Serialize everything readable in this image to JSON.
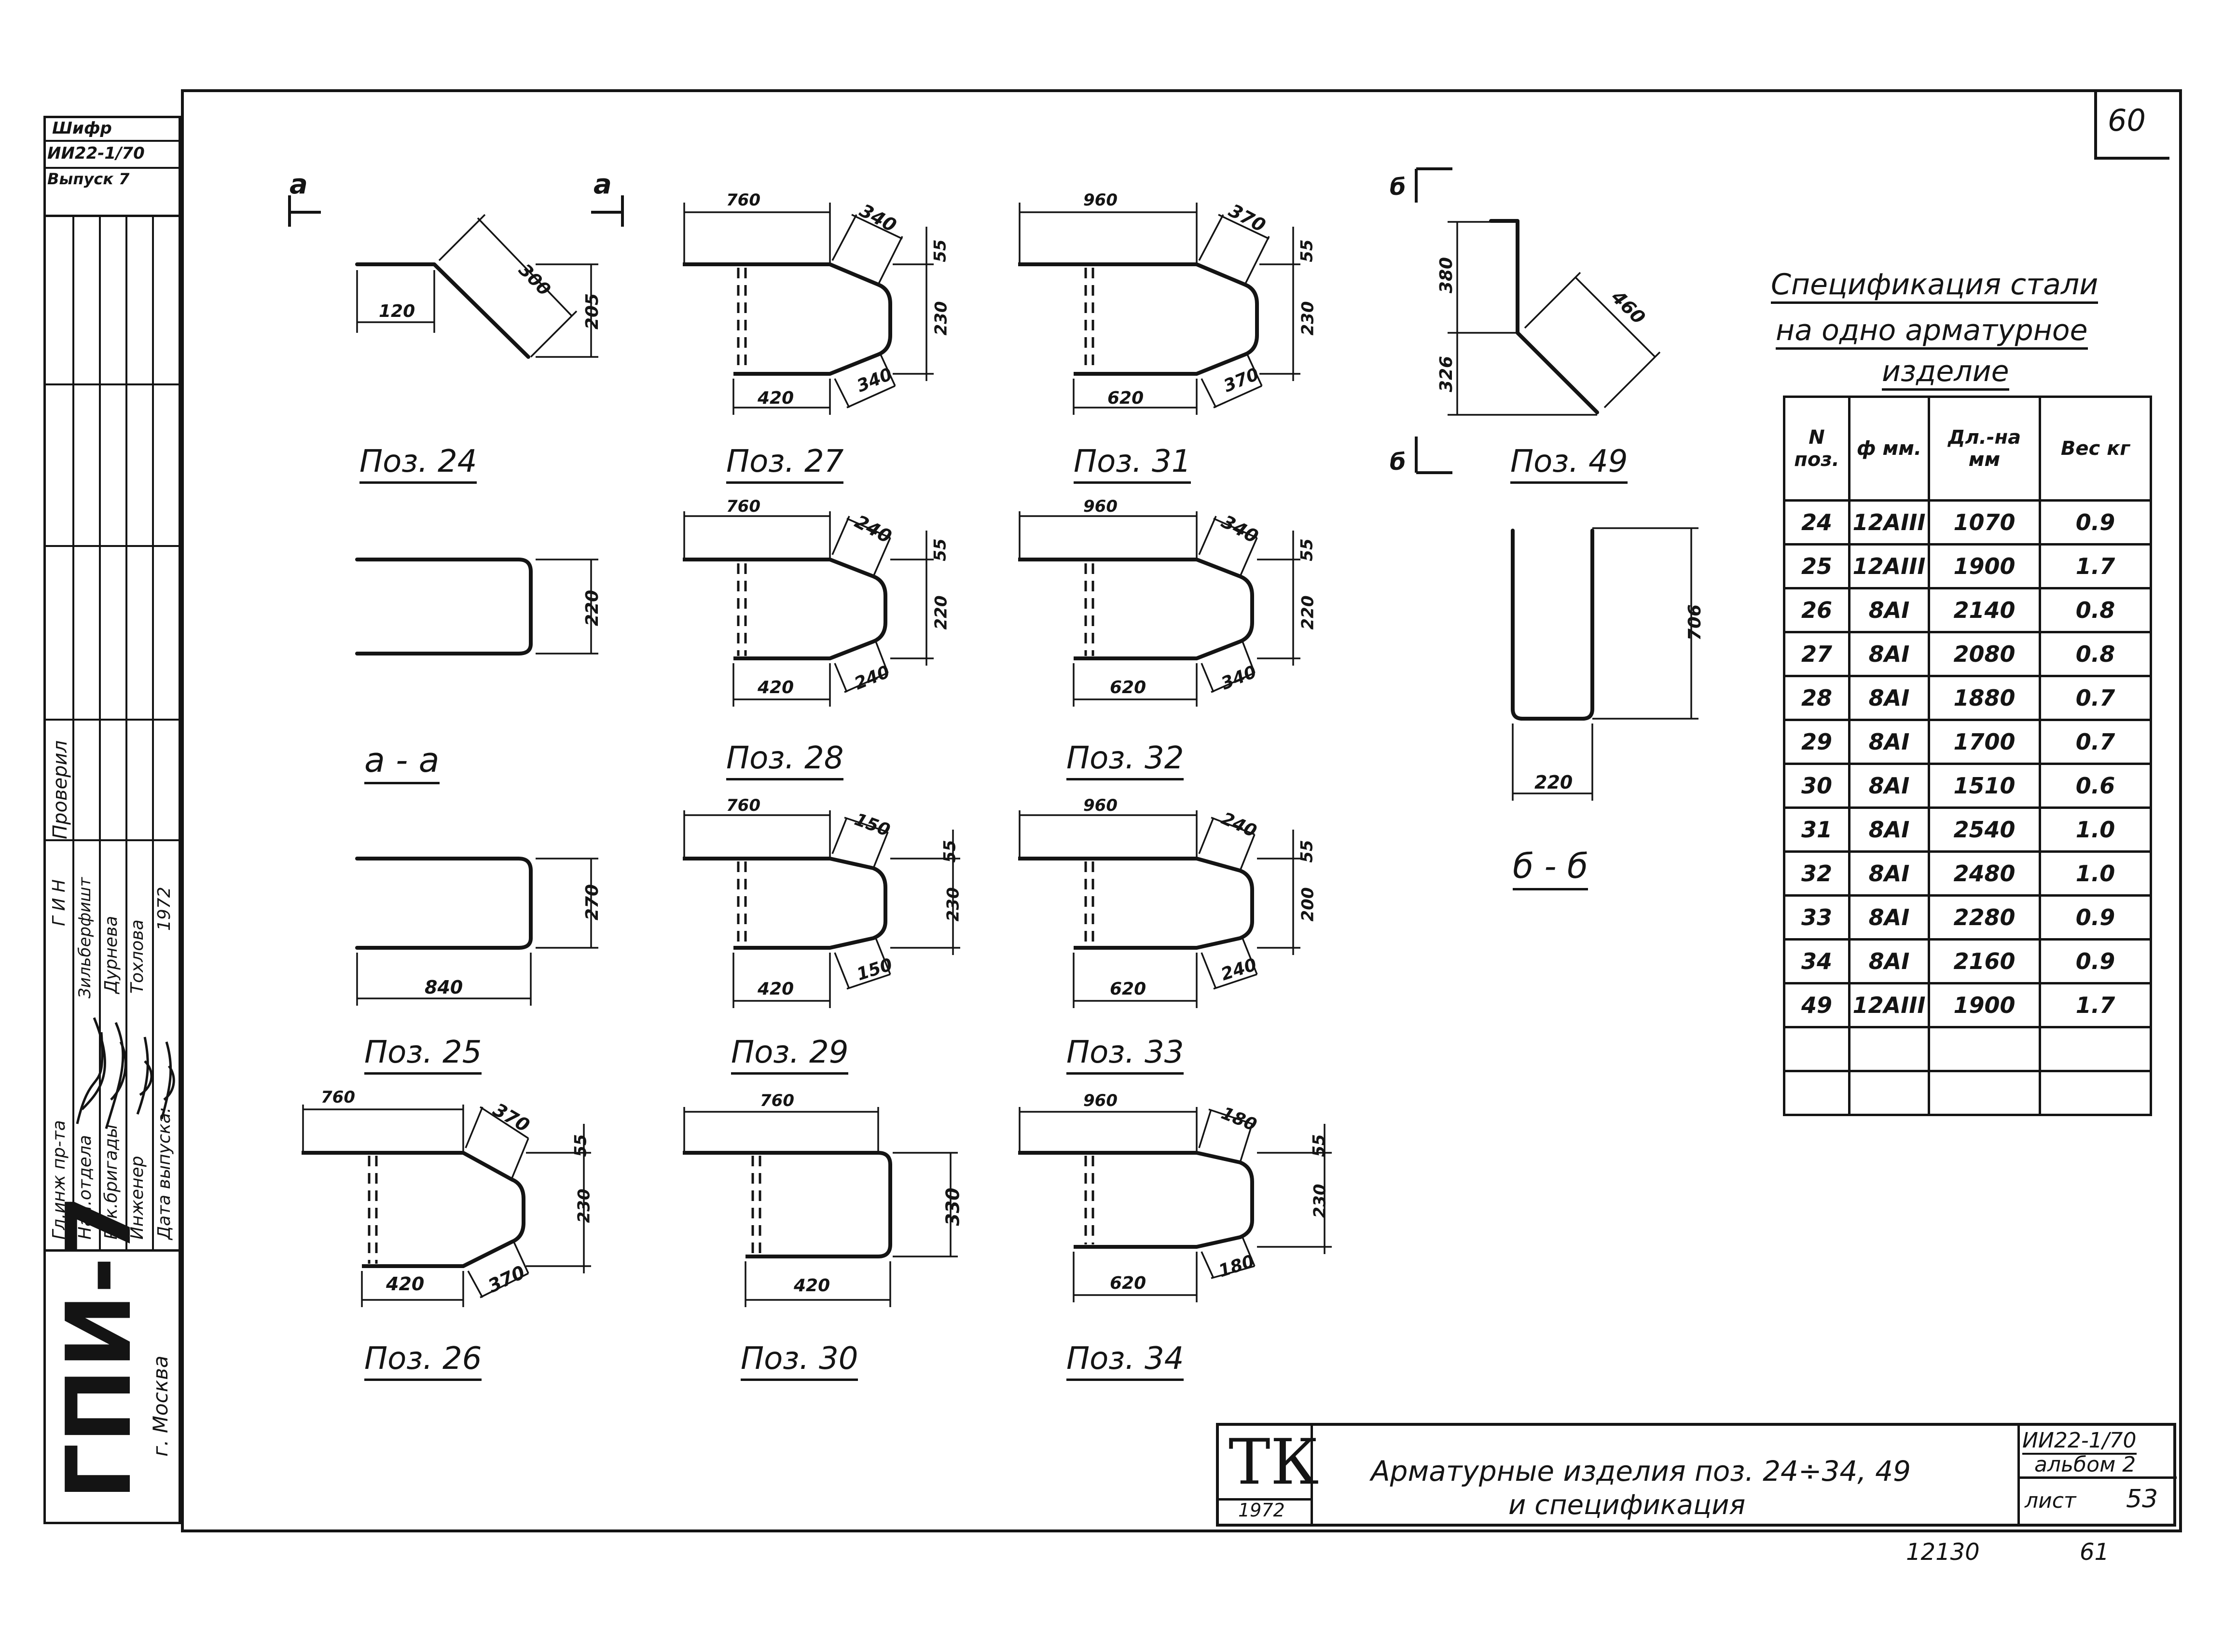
{
  "sheet_number_top": "60",
  "left_strip": {
    "cipher_label": "Шифр",
    "series_code": "ИИ22-1/70",
    "issue_label": "Выпуск 7",
    "checked_label": "Проверил",
    "roles": [
      "Гл.инж пр-та",
      "Нач.отдела",
      "Рук.бригады",
      "Инженер",
      "Дата выпуска:"
    ],
    "gin_label": "Г И Н",
    "names": [
      "Зильберфишт",
      "Дурнева",
      "Тохлова"
    ],
    "year": "1972",
    "org": "ГПИ-7",
    "city": "г. Москва"
  },
  "marks": {
    "section_a": "а",
    "section_b": "б"
  },
  "drawings": [
    {
      "label": "Поз. 24",
      "dims": [
        "120",
        "300",
        "205"
      ]
    },
    {
      "label": "Поз. 27",
      "dims": [
        "760",
        "340",
        "55",
        "230",
        "420",
        "340"
      ]
    },
    {
      "label": "Поз. 31",
      "dims": [
        "960",
        "370",
        "55",
        "230",
        "620",
        "370"
      ]
    },
    {
      "label": "Поз. 49",
      "dims": [
        "380",
        "326",
        "460"
      ]
    },
    {
      "label": "а - а",
      "dims": [
        "220"
      ]
    },
    {
      "label": "Поз. 28",
      "dims": [
        "760",
        "240",
        "55",
        "220",
        "420",
        "240"
      ]
    },
    {
      "label": "Поз. 32",
      "dims": [
        "960",
        "340",
        "55",
        "220",
        "620",
        "340"
      ]
    },
    {
      "label": "б - б",
      "dims": [
        "706",
        "220"
      ]
    },
    {
      "label": "Поз. 25",
      "dims": [
        "270",
        "840"
      ]
    },
    {
      "label": "Поз. 29",
      "dims": [
        "760",
        "150",
        "55",
        "230",
        "420",
        "150"
      ]
    },
    {
      "label": "Поз. 33",
      "dims": [
        "960",
        "240",
        "55",
        "200",
        "620",
        "240"
      ]
    },
    {
      "label": "Поз. 26",
      "dims": [
        "760",
        "370",
        "55",
        "230",
        "420",
        "370"
      ]
    },
    {
      "label": "Поз. 30",
      "dims": [
        "760",
        "330",
        "420"
      ]
    },
    {
      "label": "Поз. 34",
      "dims": [
        "960",
        "180",
        "55",
        "230",
        "620",
        "180"
      ]
    }
  ],
  "spec": {
    "title_lines": [
      "Спецификация стали",
      "на одно арматурное",
      "изделие"
    ],
    "headers": [
      "N поз.",
      "ф мм.",
      "Дл.-на мм",
      "Вес кг"
    ],
    "rows": [
      [
        "24",
        "12АIII",
        "1070",
        "0.9"
      ],
      [
        "25",
        "12АIII",
        "1900",
        "1.7"
      ],
      [
        "26",
        "8АI",
        "2140",
        "0.8"
      ],
      [
        "27",
        "8АI",
        "2080",
        "0.8"
      ],
      [
        "28",
        "8АI",
        "1880",
        "0.7"
      ],
      [
        "29",
        "8АI",
        "1700",
        "0.7"
      ],
      [
        "30",
        "8АI",
        "1510",
        "0.6"
      ],
      [
        "31",
        "8АI",
        "2540",
        "1.0"
      ],
      [
        "32",
        "8АI",
        "2480",
        "1.0"
      ],
      [
        "33",
        "8АI",
        "2280",
        "0.9"
      ],
      [
        "34",
        "8АI",
        "2160",
        "0.9"
      ],
      [
        "49",
        "12АIII",
        "1900",
        "1.7"
      ],
      [
        "",
        "",
        "",
        ""
      ],
      [
        "",
        "",
        "",
        ""
      ]
    ]
  },
  "title_block": {
    "logo": "ТК",
    "logo_year": "1972",
    "title_line1": "Арматурные изделия поз. 24÷34, 49",
    "title_line2": "и спецификация",
    "code": "ИИ22-1/70",
    "album": "альбом 2",
    "sheet_label": "лист",
    "sheet_num": "53"
  },
  "footer": {
    "archive": "12130",
    "page": "61"
  }
}
